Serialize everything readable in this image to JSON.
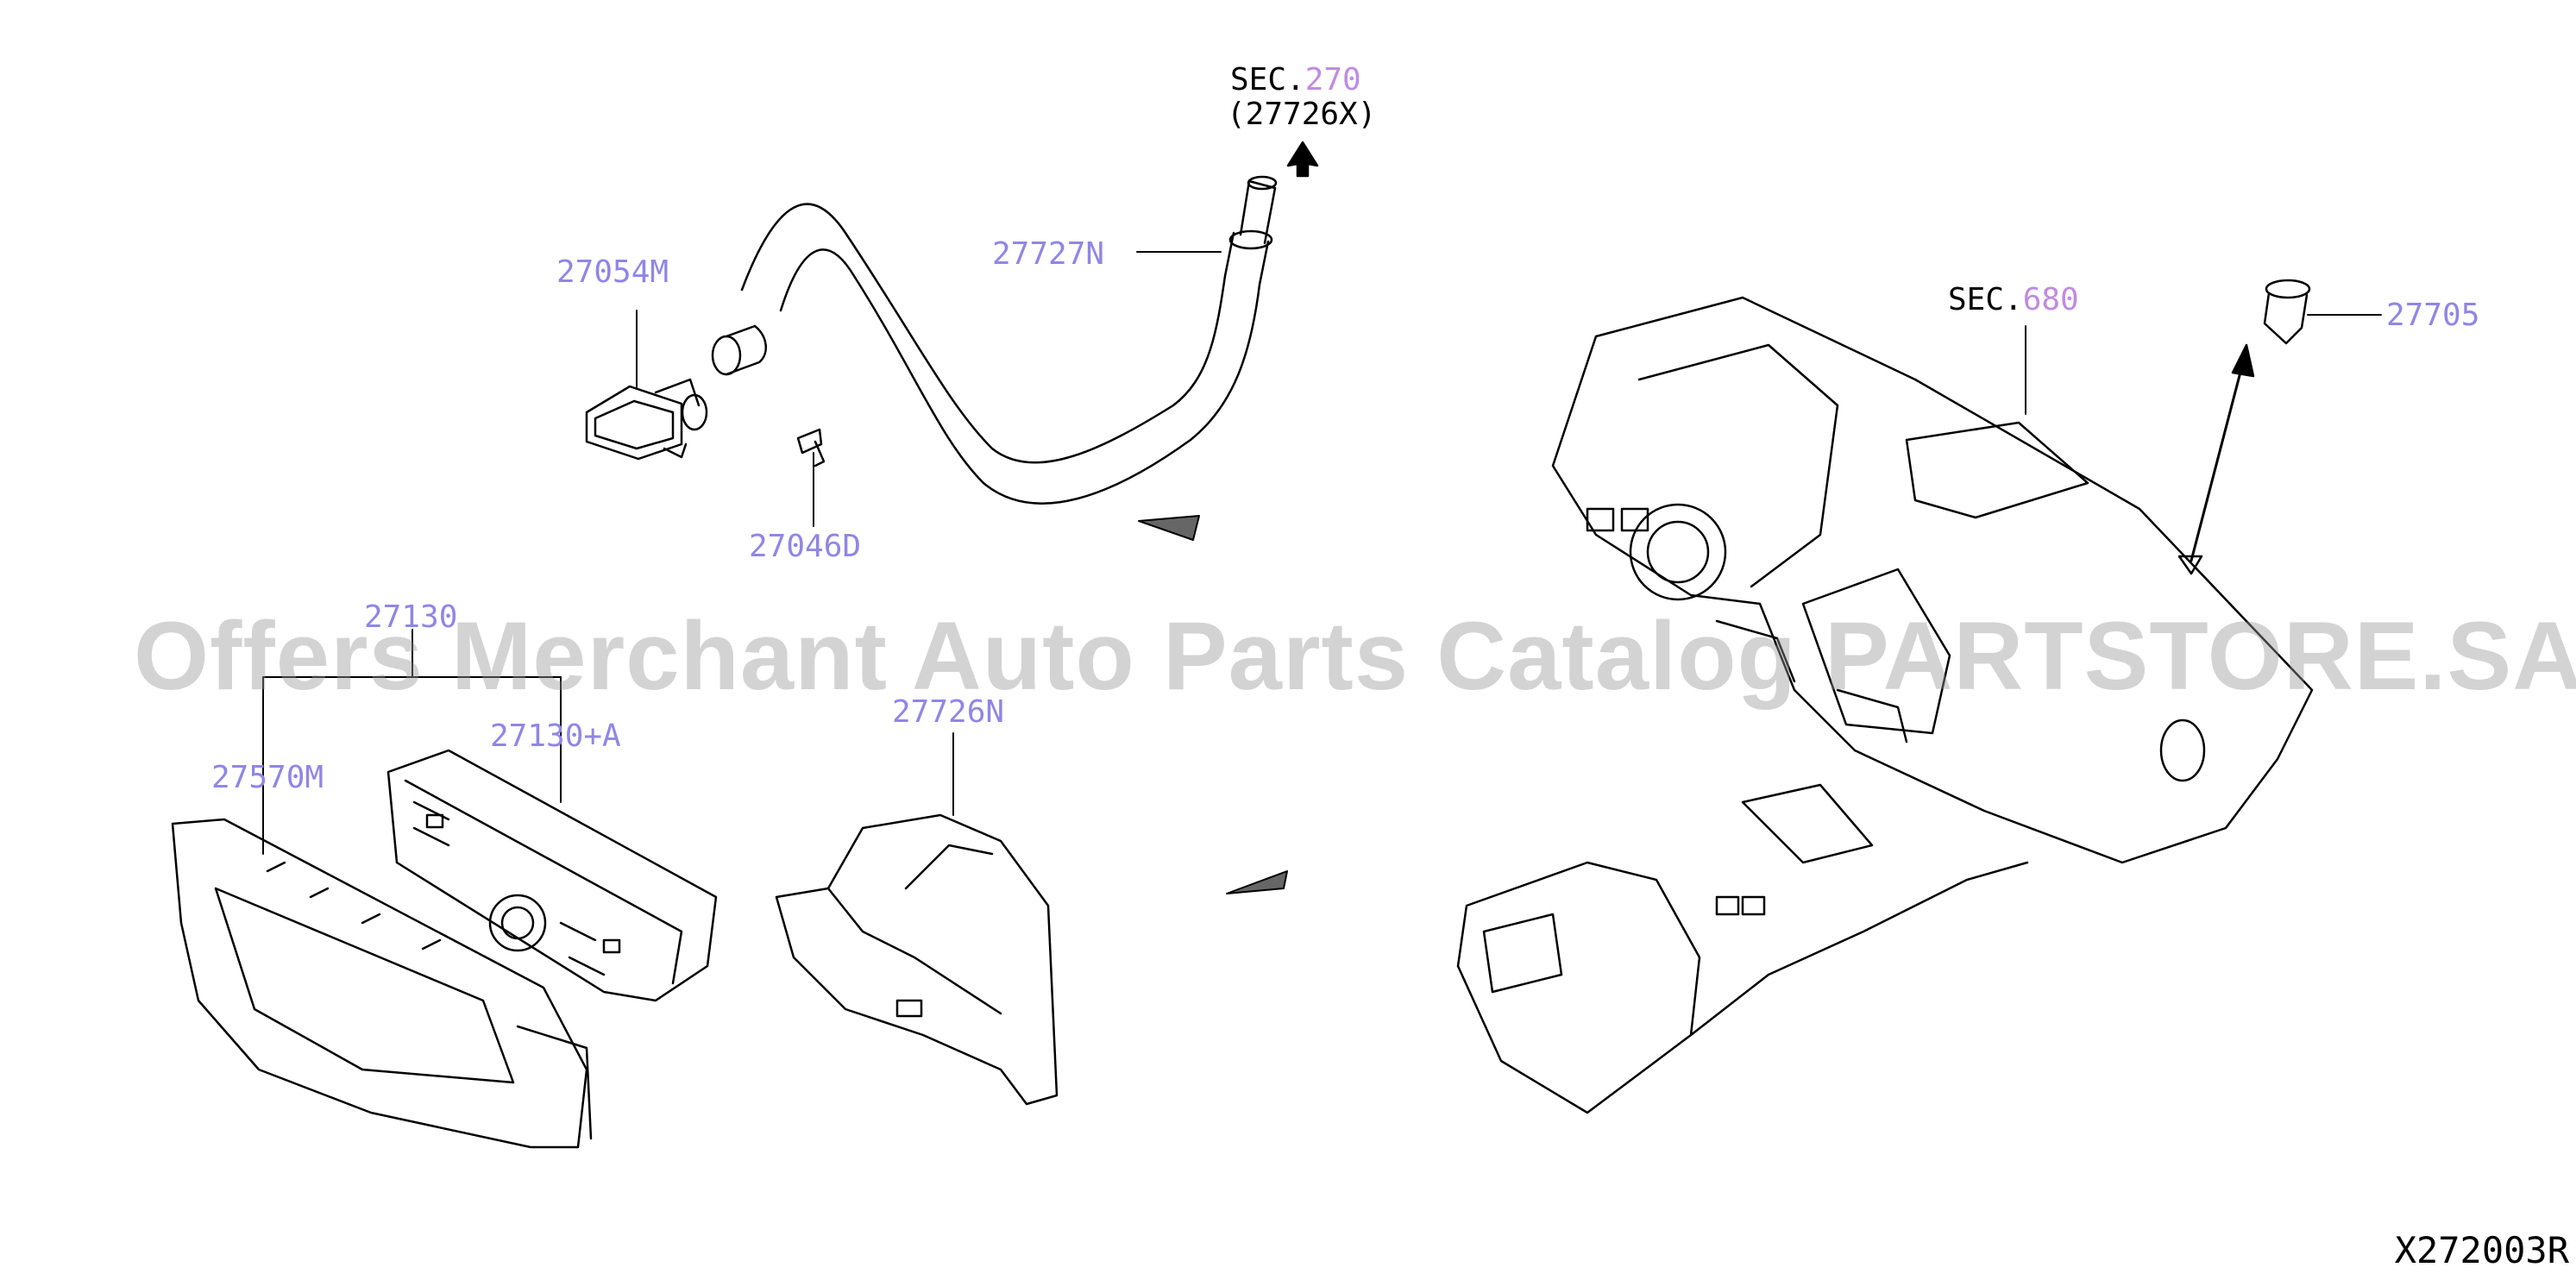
{
  "labels": {
    "sec270_prefix": "SEC.",
    "sec270_num": "270",
    "sec270_sub": "(27726X)",
    "p27727N": "27727N",
    "p27054M": "27054M",
    "p27046D": "27046D",
    "sec680_prefix": "SEC.",
    "sec680_num": "680",
    "p27705": "27705",
    "p27130": "27130",
    "p27130A": "27130+A",
    "p27570M": "27570M",
    "p27726N": "27726N"
  },
  "watermark": "Offers Merchant Auto Parts Catalog PARTSTORE.SA",
  "diagram_code": "X272003R",
  "colors": {
    "part_number": "#8f86e6",
    "section_number": "#c08be0",
    "line": "#000000",
    "watermark": "#969696"
  }
}
